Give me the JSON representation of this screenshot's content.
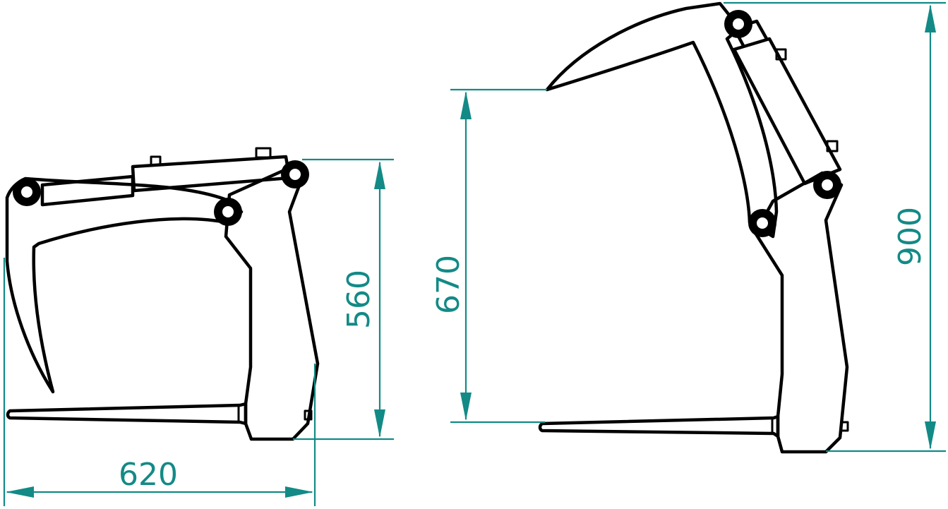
{
  "diagram": {
    "colors": {
      "outline": "#000000",
      "dimension": "#138a86",
      "background": "#ffffff"
    },
    "views": [
      {
        "id": "closed",
        "dimensions": {
          "width": "620",
          "height": "560"
        }
      },
      {
        "id": "open",
        "dimensions": {
          "opening_height": "670",
          "total_height": "900"
        }
      }
    ]
  }
}
